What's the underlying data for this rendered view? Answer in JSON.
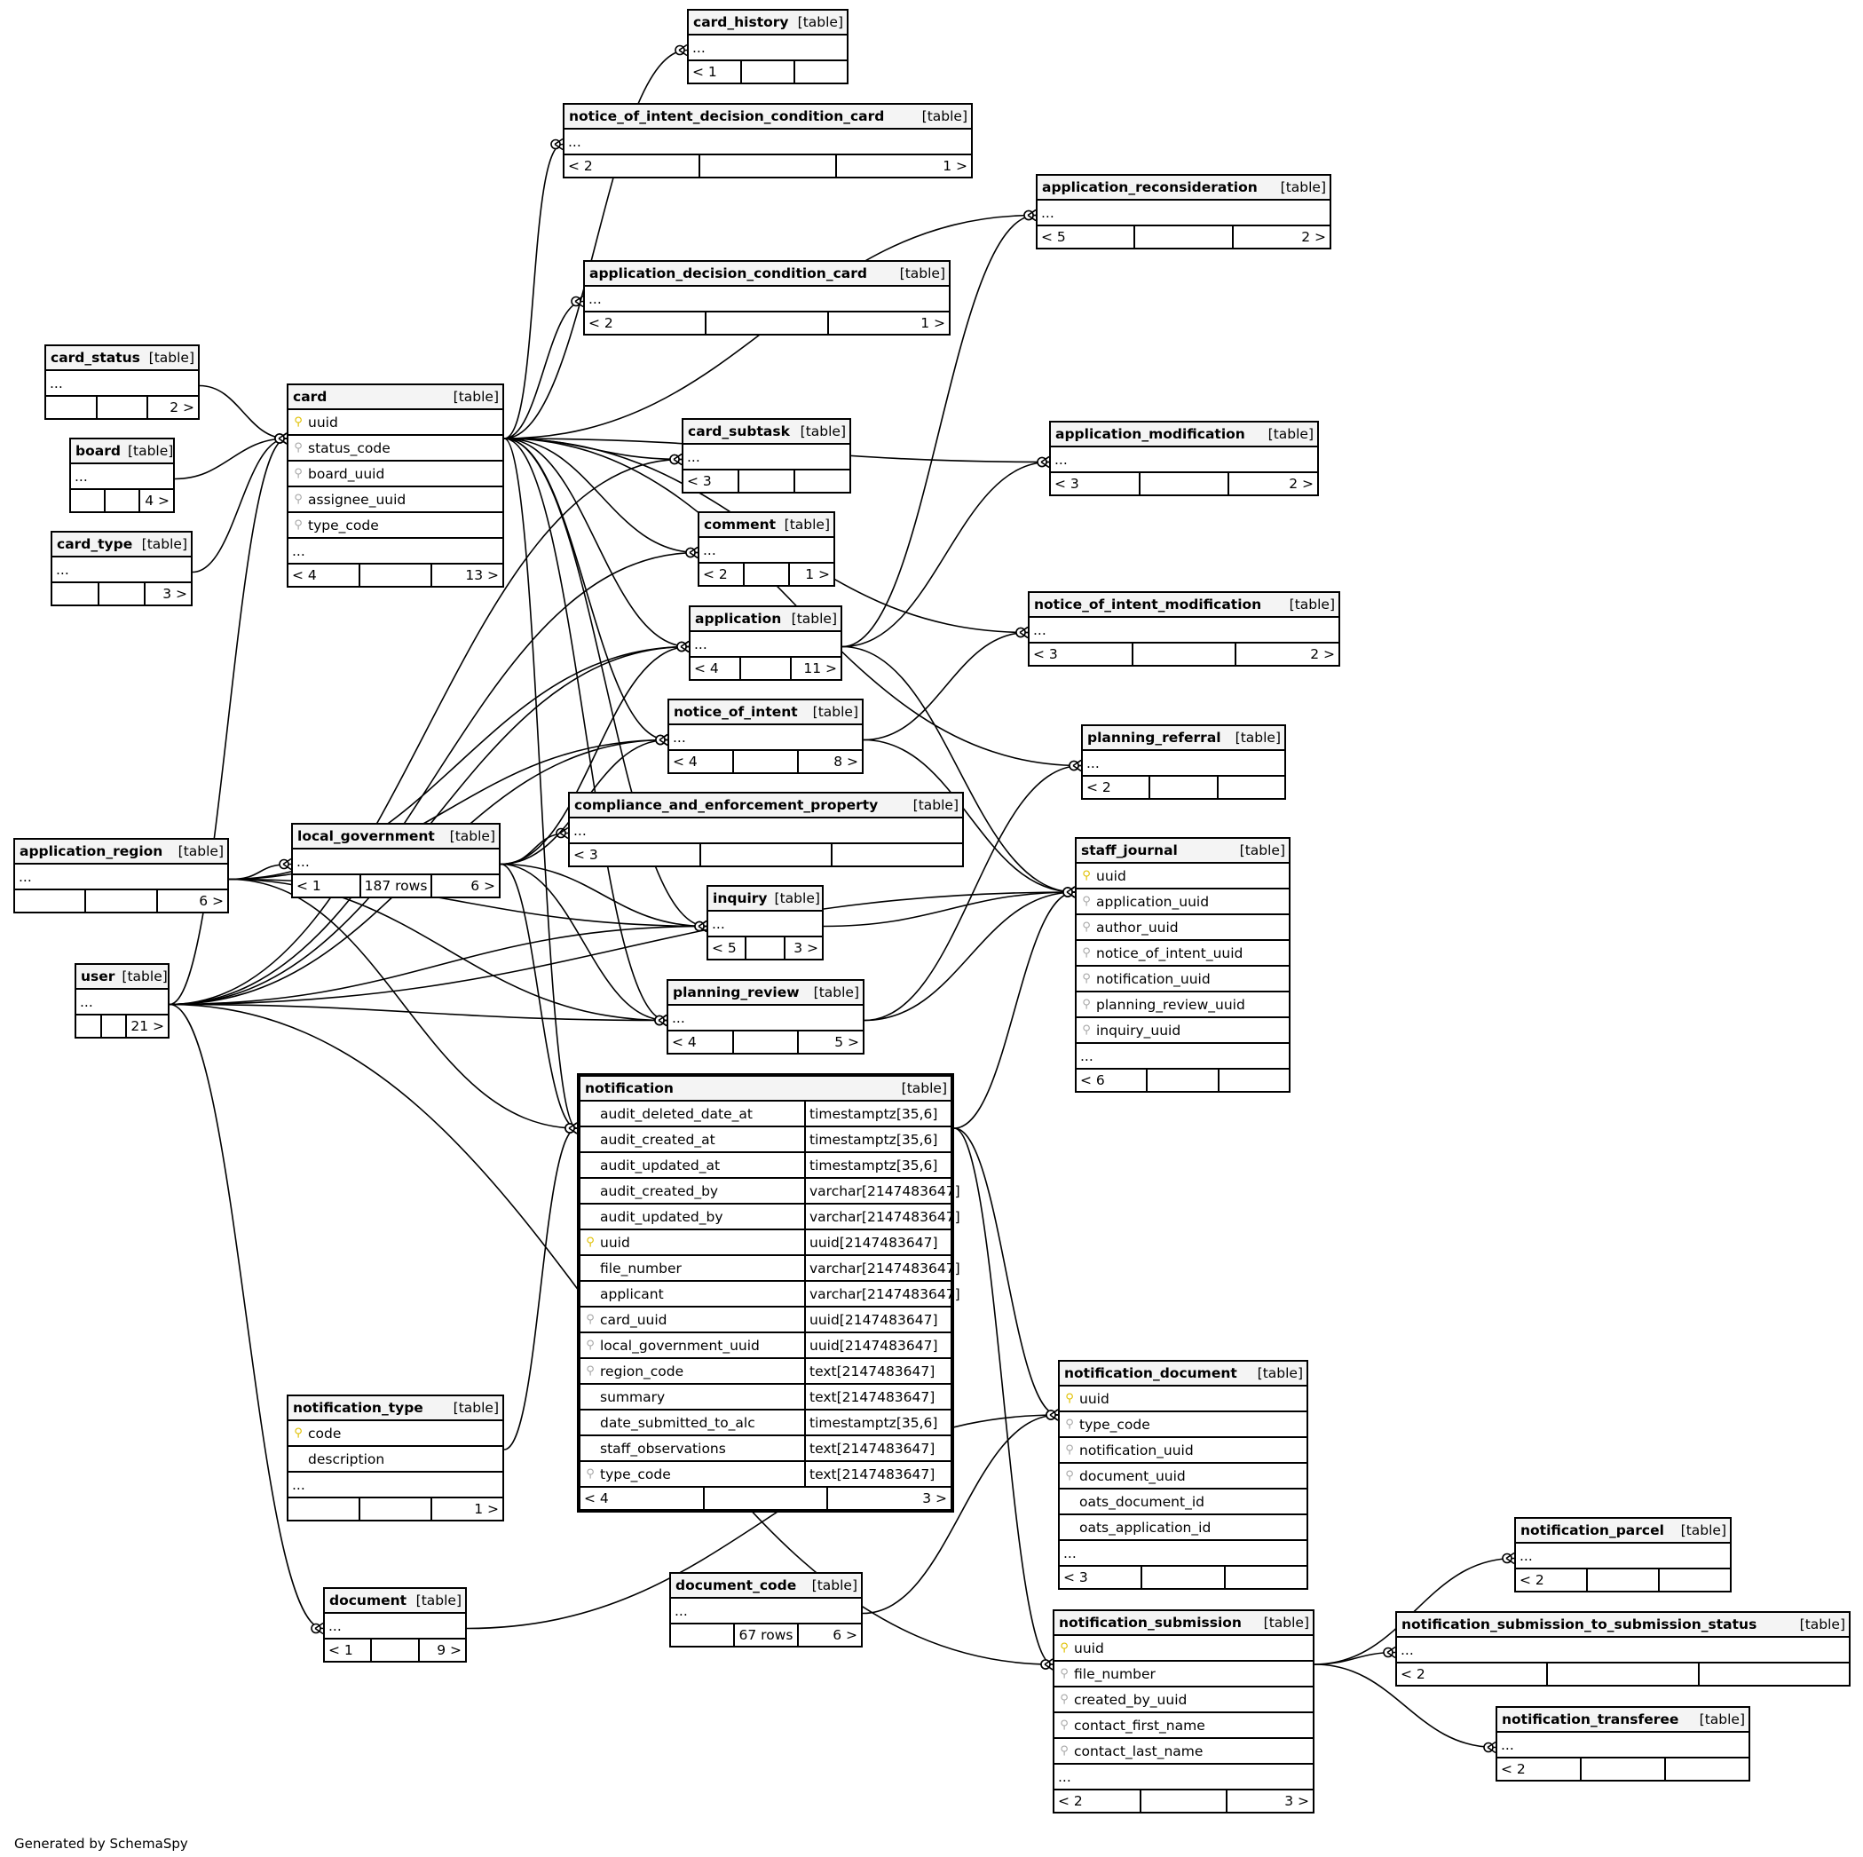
{
  "diagram": {
    "tables": [
      {
        "id": "card_history",
        "name": "card_history",
        "kind": "[table]",
        "rows": [
          {
            "dots": "..."
          }
        ],
        "footer": [
          "< 1",
          "",
          ""
        ]
      },
      {
        "id": "notice_of_intent_decision_condition_card",
        "name": "notice_of_intent_decision_condition_card",
        "kind": "[table]",
        "rows": [
          {
            "dots": "..."
          }
        ],
        "footer": [
          "< 2",
          "",
          "1 >"
        ]
      },
      {
        "id": "application_reconsideration",
        "name": "application_reconsideration",
        "kind": "[table]",
        "rows": [
          {
            "dots": "..."
          }
        ],
        "footer": [
          "< 5",
          "",
          "2 >"
        ]
      },
      {
        "id": "application_decision_condition_card",
        "name": "application_decision_condition_card",
        "kind": "[table]",
        "rows": [
          {
            "dots": "..."
          }
        ],
        "footer": [
          "< 2",
          "",
          "1 >"
        ]
      },
      {
        "id": "card_status",
        "name": "card_status",
        "kind": "[table]",
        "rows": [
          {
            "dots": "..."
          }
        ],
        "footer": [
          "",
          "",
          "2 >"
        ]
      },
      {
        "id": "card",
        "name": "card",
        "kind": "[table]",
        "rows": [
          {
            "key": "pk",
            "col": "uuid"
          },
          {
            "key": "fk",
            "col": "status_code"
          },
          {
            "key": "fk",
            "col": "board_uuid"
          },
          {
            "key": "fk",
            "col": "assignee_uuid"
          },
          {
            "key": "fk",
            "col": "type_code"
          },
          {
            "dots": "..."
          }
        ],
        "footer": [
          "< 4",
          "",
          "13 >"
        ]
      },
      {
        "id": "board",
        "name": "board",
        "kind": "[table]",
        "rows": [
          {
            "dots": "..."
          }
        ],
        "footer": [
          "",
          "",
          "4 >"
        ]
      },
      {
        "id": "card_type",
        "name": "card_type",
        "kind": "[table]",
        "rows": [
          {
            "dots": "..."
          }
        ],
        "footer": [
          "",
          "",
          "3 >"
        ]
      },
      {
        "id": "card_subtask",
        "name": "card_subtask",
        "kind": "[table]",
        "rows": [
          {
            "dots": "..."
          }
        ],
        "footer": [
          "< 3",
          "",
          ""
        ]
      },
      {
        "id": "application_modification",
        "name": "application_modification",
        "kind": "[table]",
        "rows": [
          {
            "dots": "..."
          }
        ],
        "footer": [
          "< 3",
          "",
          "2 >"
        ]
      },
      {
        "id": "comment",
        "name": "comment",
        "kind": "[table]",
        "rows": [
          {
            "dots": "..."
          }
        ],
        "footer": [
          "< 2",
          "",
          "1 >"
        ]
      },
      {
        "id": "notice_of_intent_modification",
        "name": "notice_of_intent_modification",
        "kind": "[table]",
        "rows": [
          {
            "dots": "..."
          }
        ],
        "footer": [
          "< 3",
          "",
          "2 >"
        ]
      },
      {
        "id": "application",
        "name": "application",
        "kind": "[table]",
        "rows": [
          {
            "dots": "..."
          }
        ],
        "footer": [
          "< 4",
          "",
          "11 >"
        ]
      },
      {
        "id": "notice_of_intent",
        "name": "notice_of_intent",
        "kind": "[table]",
        "rows": [
          {
            "dots": "..."
          }
        ],
        "footer": [
          "< 4",
          "",
          "8 >"
        ]
      },
      {
        "id": "planning_referral",
        "name": "planning_referral",
        "kind": "[table]",
        "rows": [
          {
            "dots": "..."
          }
        ],
        "footer": [
          "< 2",
          "",
          ""
        ]
      },
      {
        "id": "compliance_and_enforcement_property",
        "name": "compliance_and_enforcement_property",
        "kind": "[table]",
        "rows": [
          {
            "dots": "..."
          }
        ],
        "footer": [
          "< 3",
          "",
          ""
        ]
      },
      {
        "id": "application_region",
        "name": "application_region",
        "kind": "[table]",
        "rows": [
          {
            "dots": "..."
          }
        ],
        "footer": [
          "",
          "",
          "6 >"
        ]
      },
      {
        "id": "local_government",
        "name": "local_government",
        "kind": "[table]",
        "rows": [
          {
            "dots": "..."
          }
        ],
        "footer": [
          "< 1",
          "187 rows",
          "6 >"
        ]
      },
      {
        "id": "staff_journal",
        "name": "staff_journal",
        "kind": "[table]",
        "rows": [
          {
            "key": "pk",
            "col": "uuid"
          },
          {
            "key": "fk",
            "col": "application_uuid"
          },
          {
            "key": "fk",
            "col": "author_uuid"
          },
          {
            "key": "fk",
            "col": "notice_of_intent_uuid"
          },
          {
            "key": "fk",
            "col": "notification_uuid"
          },
          {
            "key": "fk",
            "col": "planning_review_uuid"
          },
          {
            "key": "fk",
            "col": "inquiry_uuid"
          },
          {
            "dots": "..."
          }
        ],
        "footer": [
          "< 6",
          "",
          ""
        ]
      },
      {
        "id": "inquiry",
        "name": "inquiry",
        "kind": "[table]",
        "rows": [
          {
            "dots": "..."
          }
        ],
        "footer": [
          "< 5",
          "",
          "3 >"
        ]
      },
      {
        "id": "user",
        "name": "user",
        "kind": "[table]",
        "rows": [
          {
            "dots": "..."
          }
        ],
        "footer": [
          "",
          "",
          "21 >"
        ]
      },
      {
        "id": "planning_review",
        "name": "planning_review",
        "kind": "[table]",
        "rows": [
          {
            "dots": "..."
          }
        ],
        "footer": [
          "< 4",
          "",
          "5 >"
        ]
      },
      {
        "id": "notification",
        "name": "notification",
        "kind": "[table]",
        "main": true,
        "rows": [
          {
            "key": "",
            "col": "audit_deleted_date_at",
            "type": "timestamptz[35,6]"
          },
          {
            "key": "",
            "col": "audit_created_at",
            "type": "timestamptz[35,6]"
          },
          {
            "key": "",
            "col": "audit_updated_at",
            "type": "timestamptz[35,6]"
          },
          {
            "key": "",
            "col": "audit_created_by",
            "type": "varchar[2147483647]"
          },
          {
            "key": "",
            "col": "audit_updated_by",
            "type": "varchar[2147483647]"
          },
          {
            "key": "pk",
            "col": "uuid",
            "type": "uuid[2147483647]"
          },
          {
            "key": "",
            "col": "file_number",
            "type": "varchar[2147483647]"
          },
          {
            "key": "",
            "col": "applicant",
            "type": "varchar[2147483647]"
          },
          {
            "key": "fk",
            "col": "card_uuid",
            "type": "uuid[2147483647]"
          },
          {
            "key": "fk",
            "col": "local_government_uuid",
            "type": "uuid[2147483647]"
          },
          {
            "key": "fk",
            "col": "region_code",
            "type": "text[2147483647]"
          },
          {
            "key": "",
            "col": "summary",
            "type": "text[2147483647]"
          },
          {
            "key": "",
            "col": "date_submitted_to_alc",
            "type": "timestamptz[35,6]"
          },
          {
            "key": "",
            "col": "staff_observations",
            "type": "text[2147483647]"
          },
          {
            "key": "fk",
            "col": "type_code",
            "type": "text[2147483647]"
          }
        ],
        "footer": [
          "< 4",
          "",
          "3 >"
        ]
      },
      {
        "id": "notification_document",
        "name": "notification_document",
        "kind": "[table]",
        "rows": [
          {
            "key": "pk",
            "col": "uuid"
          },
          {
            "key": "fk",
            "col": "type_code"
          },
          {
            "key": "fk",
            "col": "notification_uuid"
          },
          {
            "key": "fk",
            "col": "document_uuid"
          },
          {
            "key": "",
            "col": "oats_document_id"
          },
          {
            "key": "",
            "col": "oats_application_id"
          },
          {
            "dots": "..."
          }
        ],
        "footer": [
          "< 3",
          "",
          ""
        ]
      },
      {
        "id": "notification_type",
        "name": "notification_type",
        "kind": "[table]",
        "rows": [
          {
            "key": "pk",
            "col": "code"
          },
          {
            "key": "",
            "col": "description"
          },
          {
            "dots": "..."
          }
        ],
        "footer": [
          "",
          "",
          "1 >"
        ]
      },
      {
        "id": "notification_parcel",
        "name": "notification_parcel",
        "kind": "[table]",
        "rows": [
          {
            "dots": "..."
          }
        ],
        "footer": [
          "< 2",
          "",
          ""
        ]
      },
      {
        "id": "document_code",
        "name": "document_code",
        "kind": "[table]",
        "rows": [
          {
            "dots": "..."
          }
        ],
        "footer": [
          "",
          "67 rows",
          "6 >"
        ]
      },
      {
        "id": "document",
        "name": "document",
        "kind": "[table]",
        "rows": [
          {
            "dots": "..."
          }
        ],
        "footer": [
          "< 1",
          "",
          "9 >"
        ]
      },
      {
        "id": "notification_submission",
        "name": "notification_submission",
        "kind": "[table]",
        "rows": [
          {
            "key": "pk",
            "col": "uuid"
          },
          {
            "key": "fk",
            "col": "file_number"
          },
          {
            "key": "fk",
            "col": "created_by_uuid"
          },
          {
            "key": "fk",
            "col": "contact_first_name"
          },
          {
            "key": "fk",
            "col": "contact_last_name"
          },
          {
            "dots": "..."
          }
        ],
        "footer": [
          "< 2",
          "",
          "3 >"
        ]
      },
      {
        "id": "notification_submission_to_submission_status",
        "name": "notification_submission_to_submission_status",
        "kind": "[table]",
        "rows": [
          {
            "dots": "..."
          }
        ],
        "footer": [
          "< 2",
          "",
          ""
        ]
      },
      {
        "id": "notification_transferee",
        "name": "notification_transferee",
        "kind": "[table]",
        "rows": [
          {
            "dots": "..."
          }
        ],
        "footer": [
          "< 2",
          "",
          ""
        ]
      }
    ],
    "relationships": [
      [
        "card",
        "card_history"
      ],
      [
        "card",
        "notice_of_intent_decision_condition_card"
      ],
      [
        "card",
        "application_reconsideration"
      ],
      [
        "card",
        "application_decision_condition_card"
      ],
      [
        "card",
        "card_subtask"
      ],
      [
        "card",
        "application_modification"
      ],
      [
        "card",
        "comment"
      ],
      [
        "card",
        "notice_of_intent_modification"
      ],
      [
        "card",
        "application"
      ],
      [
        "card",
        "notice_of_intent"
      ],
      [
        "card",
        "planning_referral"
      ],
      [
        "card",
        "inquiry"
      ],
      [
        "card",
        "planning_review"
      ],
      [
        "card",
        "notification"
      ],
      [
        "card_status",
        "card"
      ],
      [
        "board",
        "card"
      ],
      [
        "card_type",
        "card"
      ],
      [
        "user",
        "card"
      ],
      [
        "user",
        "card_subtask"
      ],
      [
        "user",
        "comment"
      ],
      [
        "user",
        "application"
      ],
      [
        "user",
        "notice_of_intent"
      ],
      [
        "user",
        "inquiry"
      ],
      [
        "user",
        "planning_review"
      ],
      [
        "user",
        "staff_journal"
      ],
      [
        "user",
        "document"
      ],
      [
        "user",
        "notification_submission"
      ],
      [
        "application_region",
        "local_government"
      ],
      [
        "application_region",
        "application"
      ],
      [
        "application_region",
        "notice_of_intent"
      ],
      [
        "application_region",
        "inquiry"
      ],
      [
        "application_region",
        "planning_review"
      ],
      [
        "application_region",
        "notification"
      ],
      [
        "local_government",
        "compliance_and_enforcement_property"
      ],
      [
        "local_government",
        "application"
      ],
      [
        "local_government",
        "notice_of_intent"
      ],
      [
        "local_government",
        "inquiry"
      ],
      [
        "local_government",
        "planning_review"
      ],
      [
        "local_government",
        "notification"
      ],
      [
        "application",
        "application_reconsideration"
      ],
      [
        "application",
        "application_modification"
      ],
      [
        "application",
        "staff_journal"
      ],
      [
        "notice_of_intent",
        "notice_of_intent_modification"
      ],
      [
        "notice_of_intent",
        "staff_journal"
      ],
      [
        "inquiry",
        "staff_journal"
      ],
      [
        "planning_review",
        "planning_referral"
      ],
      [
        "planning_review",
        "staff_journal"
      ],
      [
        "notification",
        "staff_journal"
      ],
      [
        "notification",
        "notification_document"
      ],
      [
        "notification",
        "notification_submission"
      ],
      [
        "notification_type",
        "notification"
      ],
      [
        "document_code",
        "notification_document"
      ],
      [
        "document",
        "notification_document"
      ],
      [
        "notification_submission",
        "notification_parcel"
      ],
      [
        "notification_submission",
        "notification_submission_to_submission_status"
      ],
      [
        "notification_submission",
        "notification_transferee"
      ]
    ]
  },
  "footer_credit": "Generated by SchemaSpy"
}
